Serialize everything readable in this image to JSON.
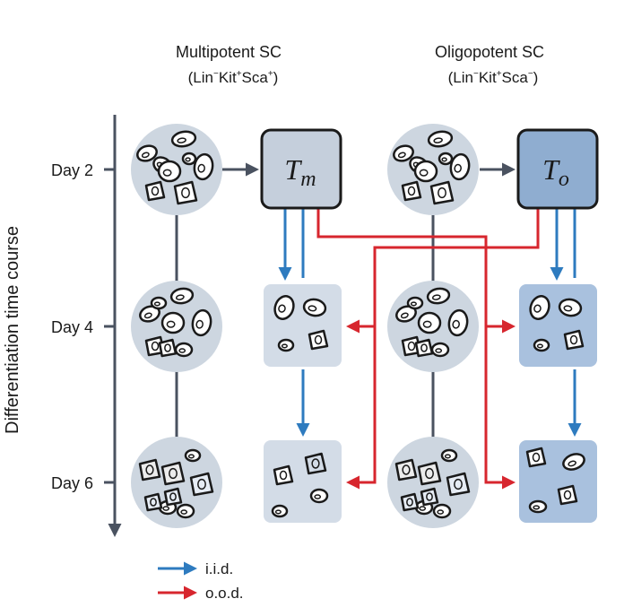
{
  "headers": {
    "multipotent": {
      "title": "Multipotent SC",
      "lin": "(Lin",
      "lin_sup": "−",
      "kit": "Kit",
      "kit_sup": "+",
      "sca": "Sca",
      "sca_sup": "+",
      "close": ")"
    },
    "oligopotent": {
      "title": "Oligopotent SC",
      "lin": "(Lin",
      "lin_sup": "−",
      "kit": "Kit",
      "kit_sup": "+",
      "sca": "Sca",
      "sca_sup": "−",
      "close": ")"
    }
  },
  "axis": {
    "label": "Differentiation time course"
  },
  "days": [
    "Day 2",
    "Day 4",
    "Day 6"
  ],
  "models": {
    "tm": {
      "letter": "T",
      "sub": "m"
    },
    "to": {
      "letter": "T",
      "sub": "o"
    }
  },
  "legend": {
    "iid": "i.i.d.",
    "ood": "o.o.d."
  },
  "colors": {
    "iid_arrow": "#2e7bbf",
    "ood_arrow": "#d7262e",
    "circle_fill": "#cdd6e0",
    "tm_box_fill": "#c5cfdc",
    "to_box_fill": "#8fadd0",
    "multi_panel_fill": "#d3dce7",
    "oligo_panel_fill": "#a9c1de",
    "connector": "#4a5260"
  }
}
